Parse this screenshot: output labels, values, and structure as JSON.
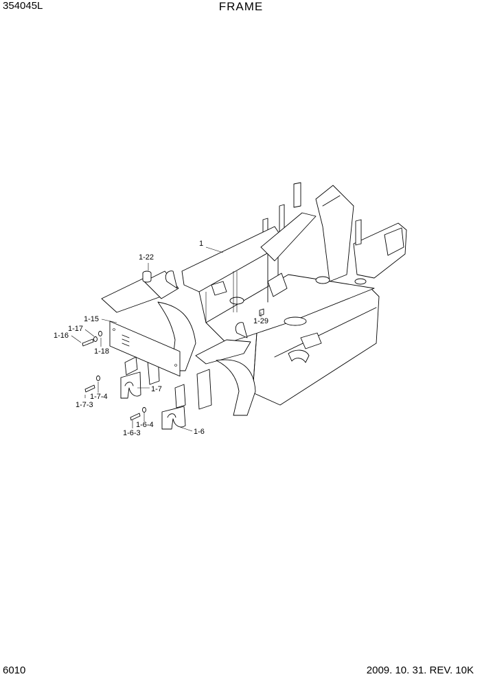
{
  "header": {
    "model_code": "354045L",
    "title": "FRAME"
  },
  "footer": {
    "page_number": "6010",
    "revision": "2009. 10. 31. REV. 10K"
  },
  "callouts": {
    "c1": "1",
    "c1_22": "1-22",
    "c1_15": "1-15",
    "c1_17": "1-17",
    "c1_16": "1-16",
    "c1_18": "1-18",
    "c1_29": "1-29",
    "c1_7": "1-7",
    "c1_7_4": "1-7-4",
    "c1_7_3": "1-7-3",
    "c1_6_4": "1-6-4",
    "c1_6_3": "1-6-3",
    "c1_6": "1-6"
  }
}
